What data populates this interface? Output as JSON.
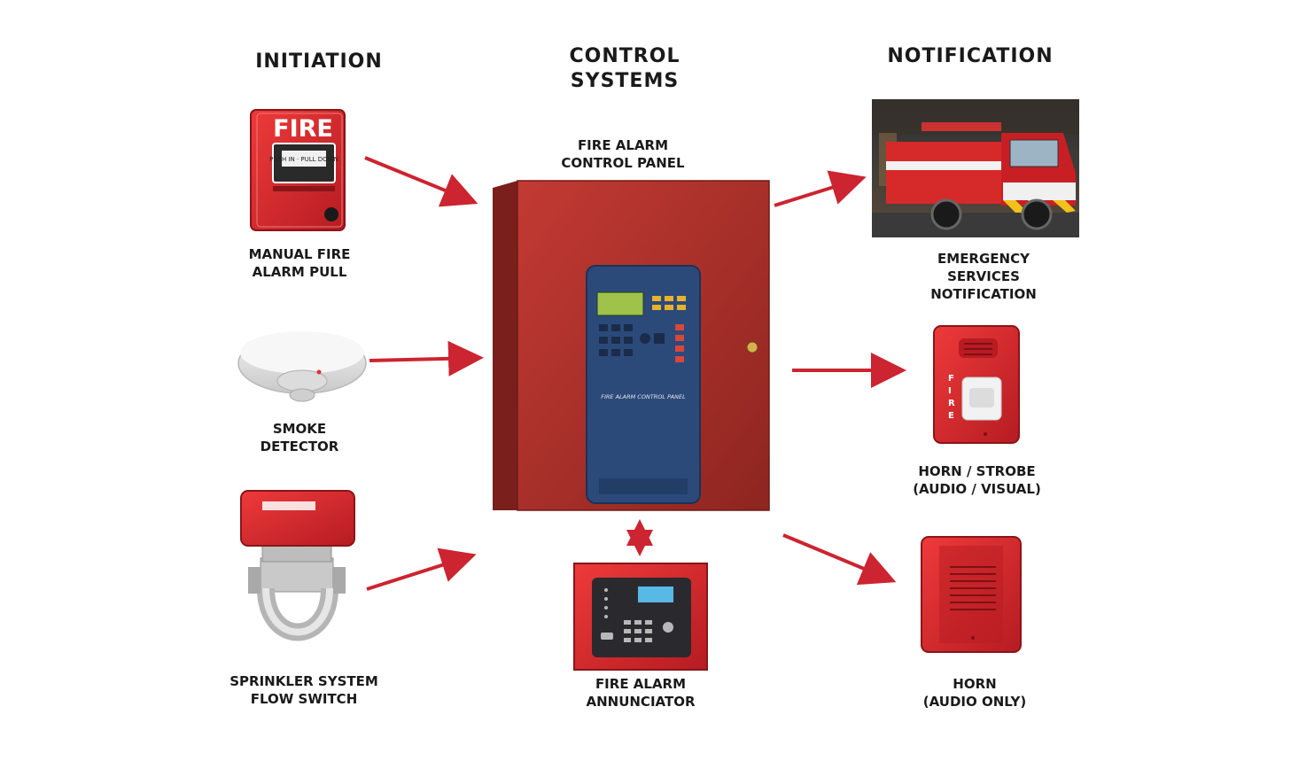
{
  "headings": {
    "initiation": "INITIATION",
    "control": "CONTROL\nSYSTEMS",
    "notification": "NOTIFICATION"
  },
  "labels": {
    "pull": "MANUAL FIRE\nALARM PULL",
    "smoke": "SMOKE\nDETECTOR",
    "sprinkler": "SPRINKLER SYSTEM\nFLOW SWITCH",
    "panel": "FIRE ALARM\nCONTROL PANEL",
    "annunciator": "FIRE ALARM\nANNUNCIATOR",
    "emergency": "EMERGENCY\nSERVICES\nNOTIFICATION",
    "horn_strobe": "HORN / STROBE\n(AUDIO / VISUAL)",
    "horn": "HORN\n(AUDIO ONLY)"
  },
  "device_text": {
    "pull_station": "FIRE",
    "pull_handle": "PUSH IN\nPULL DOWN",
    "strobe": "FIRE",
    "panel_face": "FIRE ALARM CONTROL PANEL"
  },
  "colors": {
    "arrow": "#cc2430",
    "panel_red": "#b3302c",
    "panel_blue": "#2b4a7a",
    "device_red": "#d8262c"
  }
}
